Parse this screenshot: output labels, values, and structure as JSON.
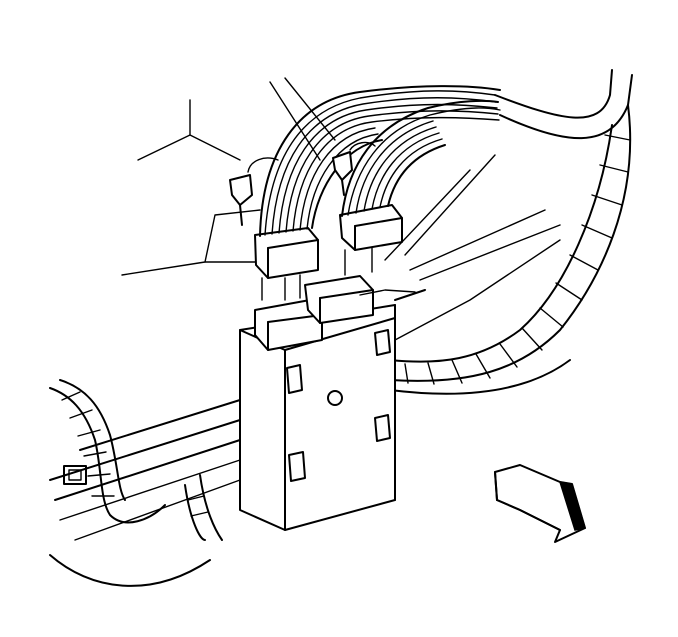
{
  "figure": {
    "kind": "line-art technical illustration",
    "subject_icons": [
      "electronic-module",
      "wire-harness",
      "connector",
      "direction-arrow"
    ],
    "colors": {
      "line": "#000000",
      "background": "#ffffff"
    }
  }
}
